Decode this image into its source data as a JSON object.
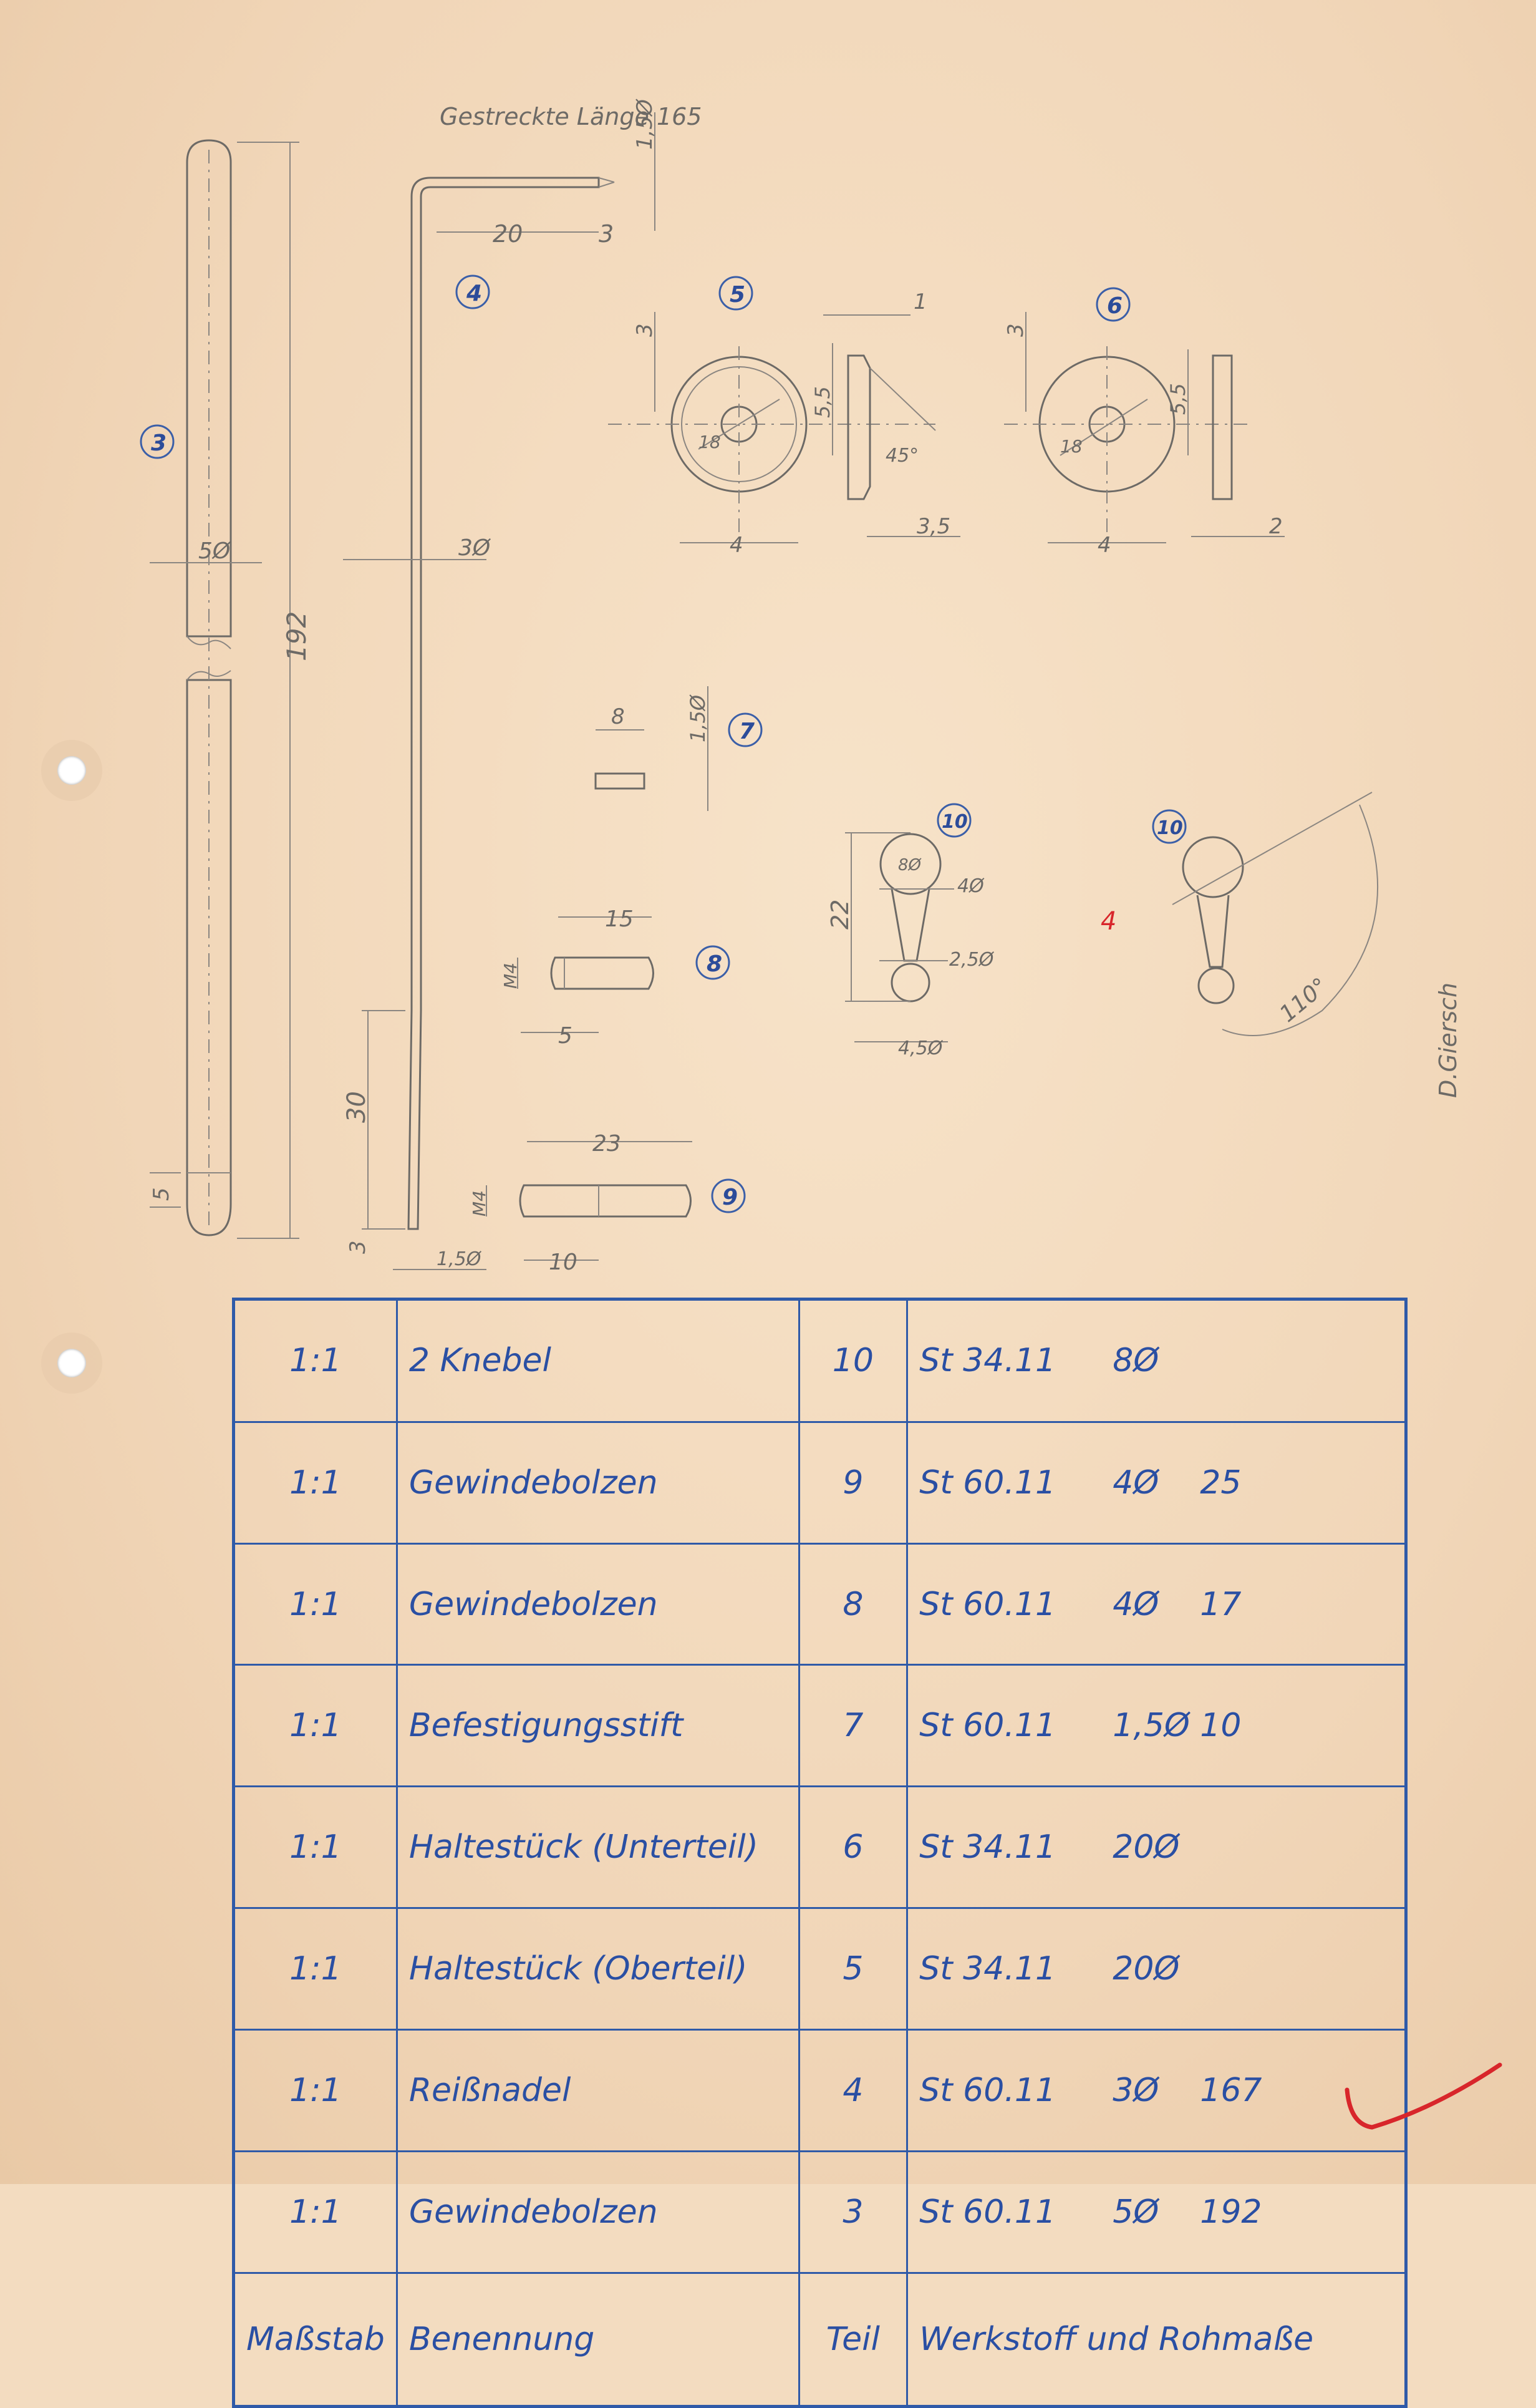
{
  "drawing": {
    "labels": {
      "stretched_length": "Gestreckte Länge 165",
      "dim_1_5_top": "1,5Ø",
      "dim_20": "20",
      "dim_3_top": "3",
      "dim_5dia": "5Ø",
      "dim_192": "192",
      "dim_5_end": "5",
      "dim_3dia": "3Ø",
      "dim_30": "30",
      "dim_3_tip": "3",
      "dim_1_5_tip": "1,5Ø",
      "p5_dim_1": "1",
      "p5_dim_3": "3",
      "p5_dim_5_5": "5,5",
      "p5_dim_45": "45°",
      "p5_dim_18": "18",
      "p5_dim_4": "4",
      "p5_dim_3_5": "3,5",
      "p6_dim_3": "3",
      "p6_dim_5_5": "5,5",
      "p6_dim_18": "18",
      "p6_dim_4": "4",
      "p6_dim_2": "2",
      "p7_dim_8": "8",
      "p7_dim_1_5": "1,5Ø",
      "p8_dim_15": "15",
      "p8_dim_m4": "M4",
      "p8_dim_5": "5",
      "p9_dim_23": "23",
      "p9_dim_m4": "M4",
      "p9_dim_10": "10",
      "p10_dim_22": "22",
      "p10_dim_8": "8Ø",
      "p10_dim_4": "4Ø",
      "p10_dim_2_5": "2,5Ø",
      "p10_dim_4_5": "4,5Ø",
      "p10b_dim_4": "4",
      "p10b_dim_110": "110°"
    },
    "callouts": [
      "3",
      "4",
      "5",
      "6",
      "7",
      "8",
      "9",
      "10",
      "10"
    ],
    "signature": "D.Giersch"
  },
  "table": {
    "rows": [
      {
        "scale": "1:1",
        "name": "2 Knebel",
        "part": "10",
        "material": "St 34.11",
        "dim1": "8Ø",
        "dim2": ""
      },
      {
        "scale": "1:1",
        "name": "Gewindebolzen",
        "part": "9",
        "material": "St 60.11",
        "dim1": "4Ø",
        "dim2": "25"
      },
      {
        "scale": "1:1",
        "name": "Gewindebolzen",
        "part": "8",
        "material": "St 60.11",
        "dim1": "4Ø",
        "dim2": "17"
      },
      {
        "scale": "1:1",
        "name": "Befestigungsstift",
        "part": "7",
        "material": "St 60.11",
        "dim1": "1,5Ø",
        "dim2": "10"
      },
      {
        "scale": "1:1",
        "name": "Haltestück (Unterteil)",
        "part": "6",
        "material": "St 34.11",
        "dim1": "20Ø",
        "dim2": ""
      },
      {
        "scale": "1:1",
        "name": "Haltestück (Oberteil)",
        "part": "5",
        "material": "St 34.11",
        "dim1": "20Ø",
        "dim2": ""
      },
      {
        "scale": "1:1",
        "name": "Reißnadel",
        "part": "4",
        "material": "St 60.11",
        "dim1": "3Ø",
        "dim2": "167"
      },
      {
        "scale": "1:1",
        "name": "Gewindebolzen",
        "part": "3",
        "material": "St 60.11",
        "dim1": "5Ø",
        "dim2": "192"
      }
    ],
    "header": {
      "scale": "Maßstab",
      "name": "Benennung",
      "part": "Teil",
      "material": "Werkstoff und Rohmaße"
    }
  },
  "colors": {
    "paper": "#f3dcc0",
    "pencil": "#6d6a66",
    "ink_blue": "#2a4fa3",
    "red": "#d8262b"
  }
}
